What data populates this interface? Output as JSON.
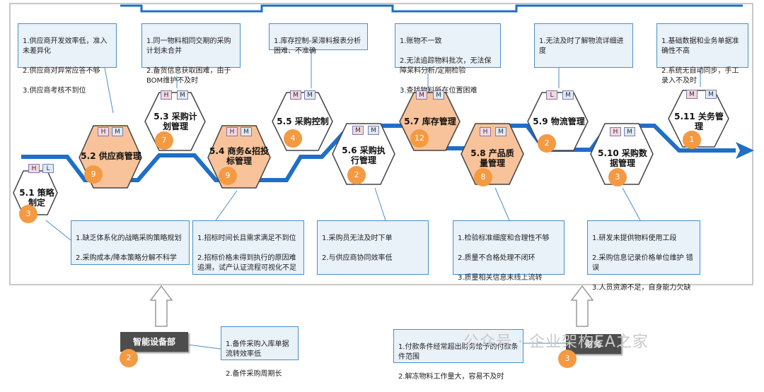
{
  "nodes": [
    {
      "id": "5.1",
      "title": "5.1 策略制定",
      "tags": [
        "H",
        "L"
      ],
      "count": "3"
    },
    {
      "id": "5.2",
      "title": "5.2 供应商管理",
      "tags": [
        "H",
        "M"
      ],
      "count": "9"
    },
    {
      "id": "5.3",
      "title": "5.3 采购计划管理",
      "tags": [
        "H",
        "M"
      ],
      "count": "7"
    },
    {
      "id": "5.4",
      "title": "5.4 商务&招投标管理",
      "tags": [
        "H",
        "M"
      ],
      "count": "9"
    },
    {
      "id": "5.5",
      "title": "5.5 采购控制",
      "tags": [
        "M",
        "M"
      ],
      "count": "4"
    },
    {
      "id": "5.6",
      "title": "5.6 采购执行管理",
      "tags": [
        "M",
        "M"
      ],
      "count": "2"
    },
    {
      "id": "5.7",
      "title": "5.7 库存管理",
      "tags": [
        "M",
        "M"
      ],
      "count": "12"
    },
    {
      "id": "5.8",
      "title": "5.8 产品质量管理",
      "tags": [
        "H",
        "M"
      ],
      "count": "8"
    },
    {
      "id": "5.9",
      "title": "5.9 物流管理",
      "tags": [
        "L",
        "M"
      ],
      "count": "2"
    },
    {
      "id": "5.10",
      "title": "5.10 采购数据管理",
      "tags": [
        "H",
        "M"
      ],
      "count": "3"
    },
    {
      "id": "5.11",
      "title": "5.11 关务管理",
      "tags": [
        "M",
        "M"
      ],
      "count": "1"
    }
  ],
  "callouts": {
    "c52": [
      "1.供应商开发效率低，准入未差异化",
      "2.供应商对异常应答不够",
      "3.供应商考核不到位"
    ],
    "c53": [
      "1.同一物料相同交期的采购计划未合并",
      "2.备货信息获取困难，由于BOM维护不及时"
    ],
    "c55": [
      "1.库存控制-呆滞料报表分析困难、不准确"
    ],
    "c57": [
      "1.账物不一致",
      "2.无法追踪物料批次，无法保障呆料分析/定期检验",
      "3.查找物料所在位置困难"
    ],
    "c59": [
      "1.无法及时了解物流详细进度"
    ],
    "c511": [
      "1.基础数据和业务单据准确性不高",
      "2.系统无自动同步，手工录入不及时"
    ],
    "c51": [
      "1.缺乏体系化的战略采购策略规划",
      "2.采购成本/降本策略分解不科学"
    ],
    "c54": [
      "1.招标时间长且需求满足不到位",
      "2.招标价格未得到执行的原因难追溯，试产认证流程可视化不足"
    ],
    "c56": [
      "1.采购员无法及时下单",
      "2.与供应商协同效率低"
    ],
    "c58": [
      "1.检验标准细度和合理性不够",
      "2.质量不合格处理不闭环",
      "3.质量相关信息未线上流转"
    ],
    "c510": [
      "1.研发未提供物料使用工段",
      "2.采购信息记录价格单位维护 错 误",
      "3.人员资源不足，自身能力欠缺"
    ]
  },
  "departments": [
    {
      "name": "智能设备部",
      "count": "2",
      "issues": [
        "1.备件采购入库单据流转效率低",
        "2.备件采购周期长"
      ]
    },
    {
      "name": "财务",
      "count": "3",
      "issues": [
        "1.付款条件经常超出财务给予的付款条件范围",
        "2.解冻物料工作量大，容易不及时"
      ]
    }
  ],
  "watermark": "公众号 · 企业架构EA之家",
  "colors": {
    "accent": "#f8c39a",
    "flow": "#1f6fc5",
    "callout_border": "#4a8fc8",
    "badge": "#f39a43"
  }
}
